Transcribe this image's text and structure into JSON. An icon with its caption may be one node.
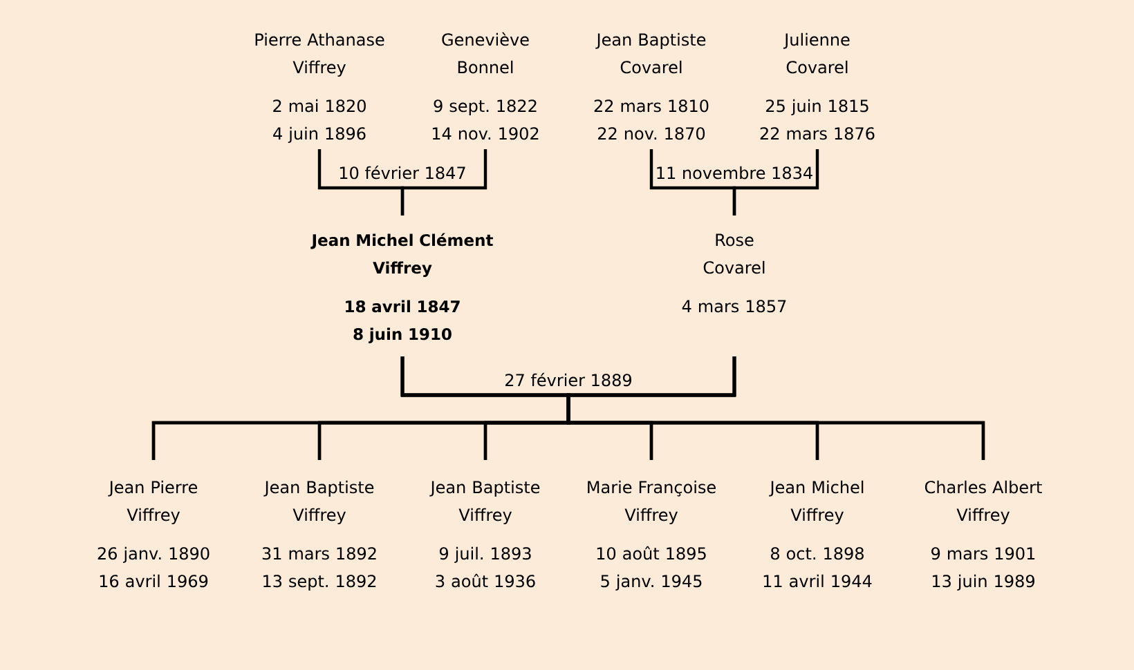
{
  "diagram": {
    "nodes": [
      {
        "text": [
          "Pierre Athanase Viffrey",
          "2 mai 1820",
          "4 juin 1896"
        ]
      },
      {
        "text": [
          "Geneviève Bonnel",
          "9 sept. 1822",
          "14 nov. 1902"
        ]
      },
      {
        "text": [
          "Jean Baptiste Covarel",
          "22 mars 1810",
          "22 nov. 1870"
        ]
      },
      {
        "text": [
          "Julienne Covarel",
          "25 juin 1815",
          "22 mars 1876"
        ]
      },
      {
        "text": [
          "Jean Michel Clément Viffrey",
          "18 avril 1847",
          "8 juin 1910"
        ]
      },
      {
        "text": [
          "Rose Covarel",
          "4 mars 1857"
        ]
      },
      {
        "text": [
          "Jean Pierre Viffrey",
          "26 janv. 1890",
          "16 avril 1969"
        ]
      },
      {
        "text": [
          "Jean Baptiste Viffrey",
          "31 mars 1892",
          "13 sept. 1892"
        ]
      },
      {
        "text": [
          "Jean Baptiste Viffrey",
          "9 juil. 1893",
          "3 août 1936"
        ]
      },
      {
        "text": [
          "Marie Françoise Viffrey",
          "10 août 1895",
          "5 janv. 1945"
        ]
      },
      {
        "text": [
          "Jean Michel Viffrey",
          "8 oct. 1898",
          "11 avril 1944"
        ]
      },
      {
        "text": [
          "Charles Albert Viffrey",
          "9 mars 1901",
          "13 juin 1989"
        ]
      }
    ],
    "edges": [
      {
        "from": 0,
        "to": 4,
        "arrow": "none",
        "label": "10 février 1847"
      },
      {
        "from": 1,
        "to": 4,
        "arrow": "none"
      },
      {
        "from": 2,
        "to": 5,
        "arrow": "none",
        "label": "11 novembre 1834"
      },
      {
        "from": 3,
        "to": 5,
        "arrow": "none"
      },
      {
        "from": 4,
        "to": 6,
        "arrow": "none",
        "label": "27 février 1889"
      },
      {
        "from": 4,
        "to": 7,
        "arrow": "none"
      },
      {
        "from": 4,
        "to": 8,
        "arrow": "none"
      },
      {
        "from": 4,
        "to": 9,
        "arrow": "none"
      },
      {
        "from": 4,
        "to": 10,
        "arrow": "none"
      },
      {
        "from": 4,
        "to": 11,
        "arrow": "none"
      },
      {
        "from": 5,
        "to": 6,
        "arrow": "none"
      },
      {
        "from": 5,
        "to": 7,
        "arrow": "none"
      },
      {
        "from": 5,
        "to": 8,
        "arrow": "none"
      },
      {
        "from": 5,
        "to": 9,
        "arrow": "none"
      },
      {
        "from": 5,
        "to": 10,
        "arrow": "none"
      },
      {
        "from": 5,
        "to": 11,
        "arrow": "none"
      }
    ]
  }
}
